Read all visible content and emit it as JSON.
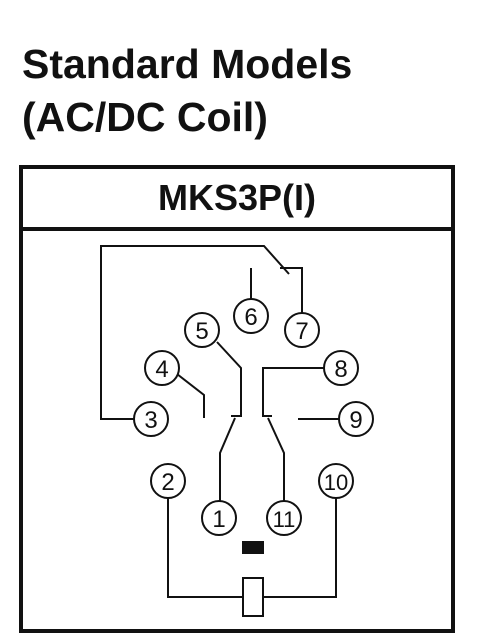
{
  "heading": {
    "line1": "Standard Models",
    "line2": "(AC/DC Coil)"
  },
  "model": {
    "name": "MKS3P(I)"
  },
  "terminals": [
    "1",
    "2",
    "3",
    "4",
    "5",
    "6",
    "7",
    "8",
    "9",
    "10",
    "11"
  ],
  "colors": {
    "ink": "#111111",
    "background": "#ffffff"
  }
}
